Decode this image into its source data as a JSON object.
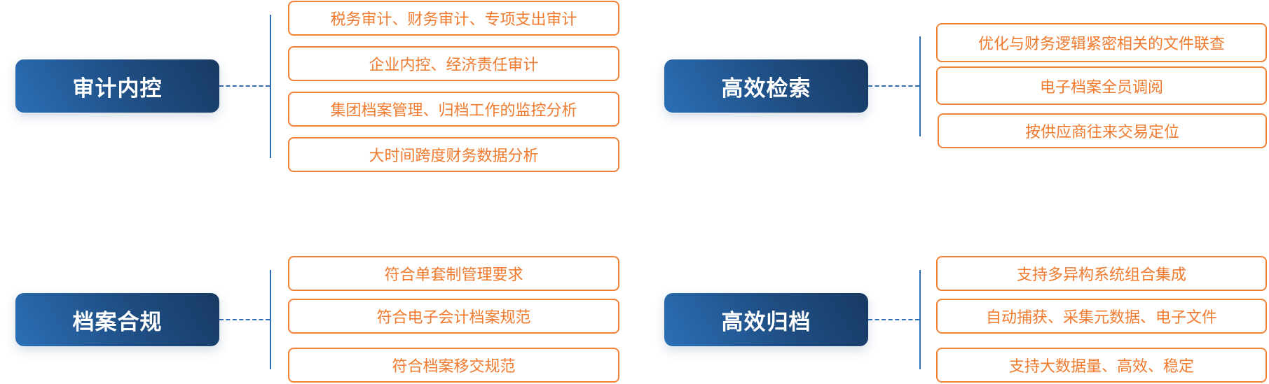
{
  "groups": [
    {
      "title": "审计内控",
      "items": [
        "税务审计、财务审计、专项支出审计",
        "企业内控、经济责任审计",
        "集团档案管理、归档工作的监控分析",
        "大时间跨度财务数据分析"
      ]
    },
    {
      "title": "高效检索",
      "items": [
        "优化与财务逻辑紧密相关的文件联查",
        "电子档案全员调阅",
        "按供应商往来交易定位"
      ]
    },
    {
      "title": "档案合规",
      "items": [
        "符合单套制管理要求",
        "符合电子会计档案规范",
        "符合档案移交规范"
      ]
    },
    {
      "title": "高效归档",
      "items": [
        "支持多异构系统组合集成",
        "自动捕获、采集元数据、电子文件",
        "支持大数据量、高效、稳定"
      ]
    }
  ]
}
